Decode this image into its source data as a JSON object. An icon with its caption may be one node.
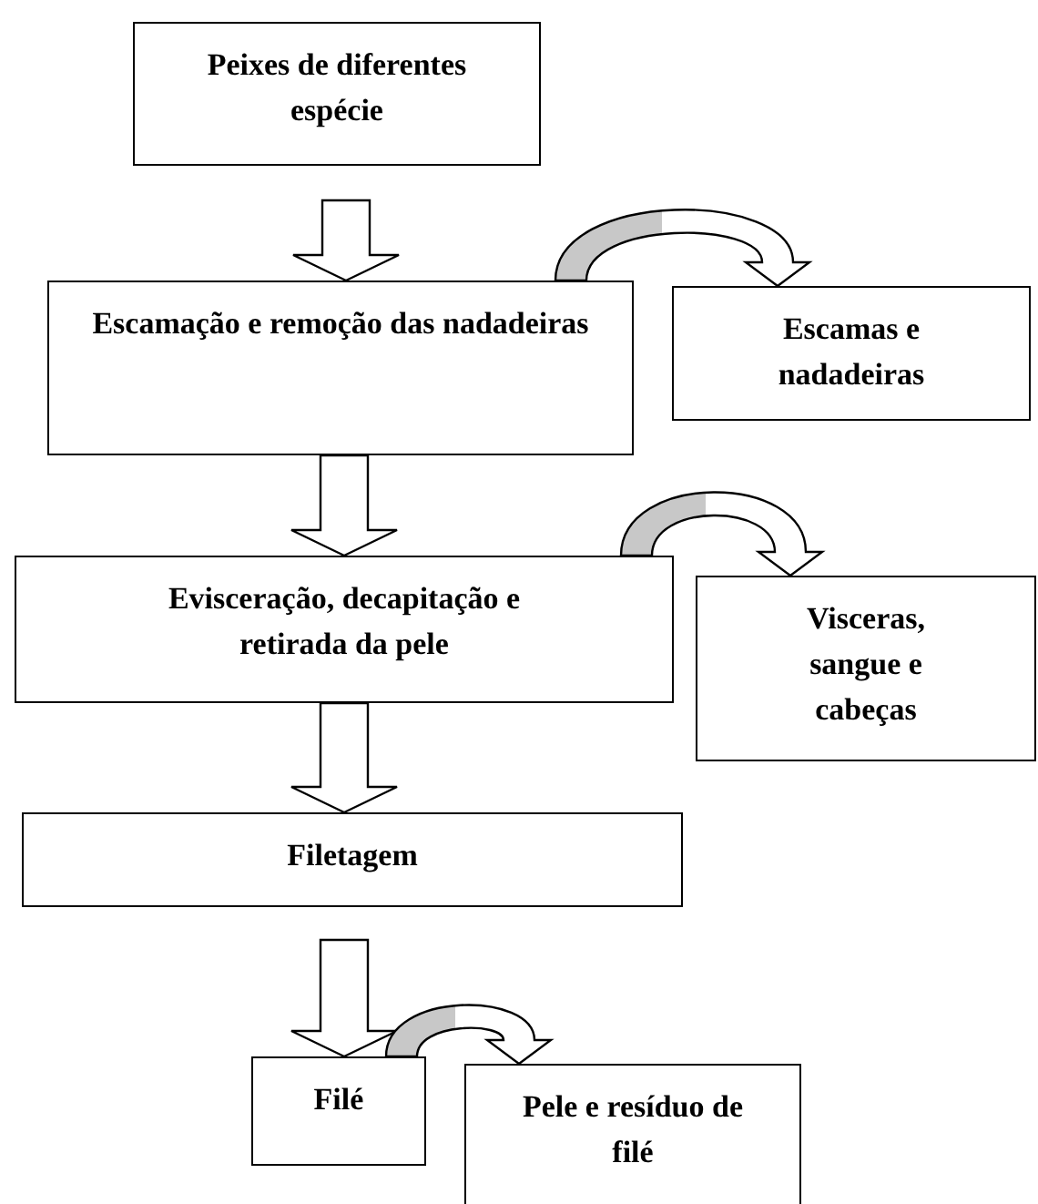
{
  "diagram": {
    "nodes": [
      {
        "text": [
          "Peixes de diferentes espécie"
        ]
      },
      {
        "text": [
          "Escamação e remoção das nadadeiras"
        ]
      },
      {
        "text": [
          "Escamas e nadadeiras"
        ]
      },
      {
        "text": [
          "Evisceração, decapitação e retirada da pele"
        ]
      },
      {
        "text": [
          "Visceras, sangue e cabeças"
        ]
      },
      {
        "text": [
          "Filetagem"
        ]
      },
      {
        "text": [
          "Filé"
        ]
      },
      {
        "text": [
          "Pele e resíduo de filé"
        ]
      }
    ],
    "edges": [
      {
        "from": 0,
        "to": 1,
        "arrow": "to"
      },
      {
        "from": 1,
        "to": 2,
        "arrow": "to"
      },
      {
        "from": 1,
        "to": 3,
        "arrow": "to"
      },
      {
        "from": 3,
        "to": 4,
        "arrow": "to"
      },
      {
        "from": 3,
        "to": 5,
        "arrow": "to"
      },
      {
        "from": 5,
        "to": 6,
        "arrow": "to"
      },
      {
        "from": 6,
        "to": 7,
        "arrow": "to"
      }
    ]
  }
}
